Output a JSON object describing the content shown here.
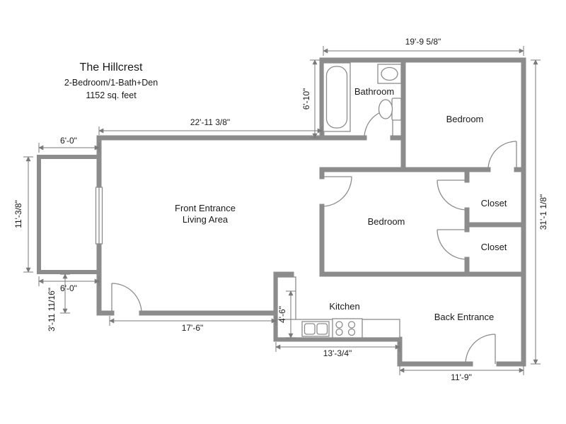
{
  "title": {
    "line1": "The Hillcrest",
    "line2": "2-Bedroom/1-Bath+Den",
    "line3": "1152 sq. feet"
  },
  "rooms": {
    "bathroom": "Bathroom",
    "bedroom_top": "Bedroom",
    "living_line1": "Front Entrance",
    "living_line2": "Living Area",
    "bedroom_mid": "Bedroom",
    "closet_top": "Closet",
    "closet_bottom": "Closet",
    "kitchen": "Kitchen",
    "back_entrance": "Back Entrance"
  },
  "dimensions": {
    "top_right": "19'-9 5/8\"",
    "bath_height": "6'-10\"",
    "living_top": "22'-11 3/8\"",
    "balcony_top": "6'-0\"",
    "balcony_height": "11'-3/8\"",
    "balcony_bottom": "6'-0\"",
    "entry_height": "3'-11 11/16\"",
    "living_bottom": "17'-6\"",
    "kitchen_height": "4'-6\"",
    "kitchen_bottom": "13'-3/4\"",
    "back_bottom": "11'-9\"",
    "right_height": "31'-1 1/8\""
  },
  "colors": {
    "wall": "#8c8c8c",
    "line": "#7a7a7a",
    "text": "#1a1a1a"
  }
}
